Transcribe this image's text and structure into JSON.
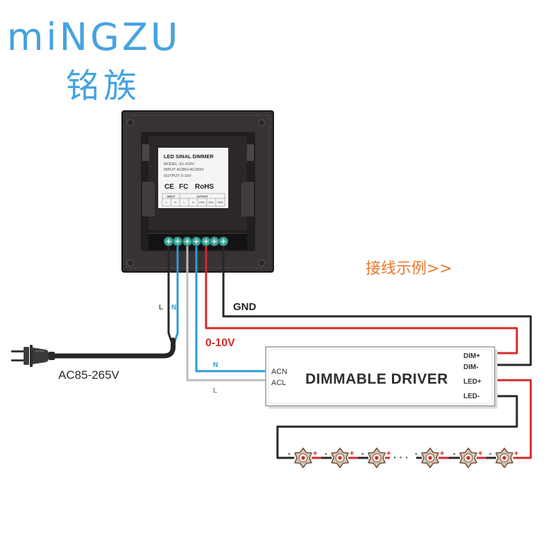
{
  "logo": {
    "wordmark": "miNGZU",
    "chinese_name": "铭族"
  },
  "dimmer": {
    "sticker": {
      "title": "LED SINAL DIMMER",
      "model": "MODEL: K1-010V",
      "input": "INPUT: AC85V-AC265V",
      "output": "OUTPUT: 0-10V",
      "cert_ce": "CE",
      "cert_fc": "FC",
      "cert_rohs": "RoHS",
      "table": {
        "input_header": "INPUT",
        "output_header": "OUTPUT",
        "cells": [
          "L",
          "N",
          "L",
          "N",
          "DIM+",
          "DIM-",
          "GND"
        ]
      }
    }
  },
  "wiring_example": "接线示例>>",
  "wire_labels": {
    "mains_l": "L",
    "mains_n": "N",
    "gnd": "GND",
    "signal": "0-10V",
    "driver_n": "N",
    "driver_l": "L"
  },
  "power": {
    "voltage": "AC85-265V"
  },
  "driver": {
    "title": "DIMMABLE DRIVER",
    "acn": "ACN",
    "acl": "ACL",
    "dim_plus": "DIM+",
    "dim_minus": "DIM-",
    "led_plus": "LED+",
    "led_minus": "LED-"
  },
  "led_chain": {
    "minus_sign": "-",
    "plus_sign": "+",
    "ellipsis": "· · ·"
  },
  "colors": {
    "logo": "#45a3df",
    "wire_black": "#262626",
    "wire_red": "#d42a2a",
    "wire_blue": "#2a9bd5",
    "wire_gray": "#bcbcbc",
    "wiring_example": "#e8772b",
    "label_gray": "#8a8a8a"
  }
}
